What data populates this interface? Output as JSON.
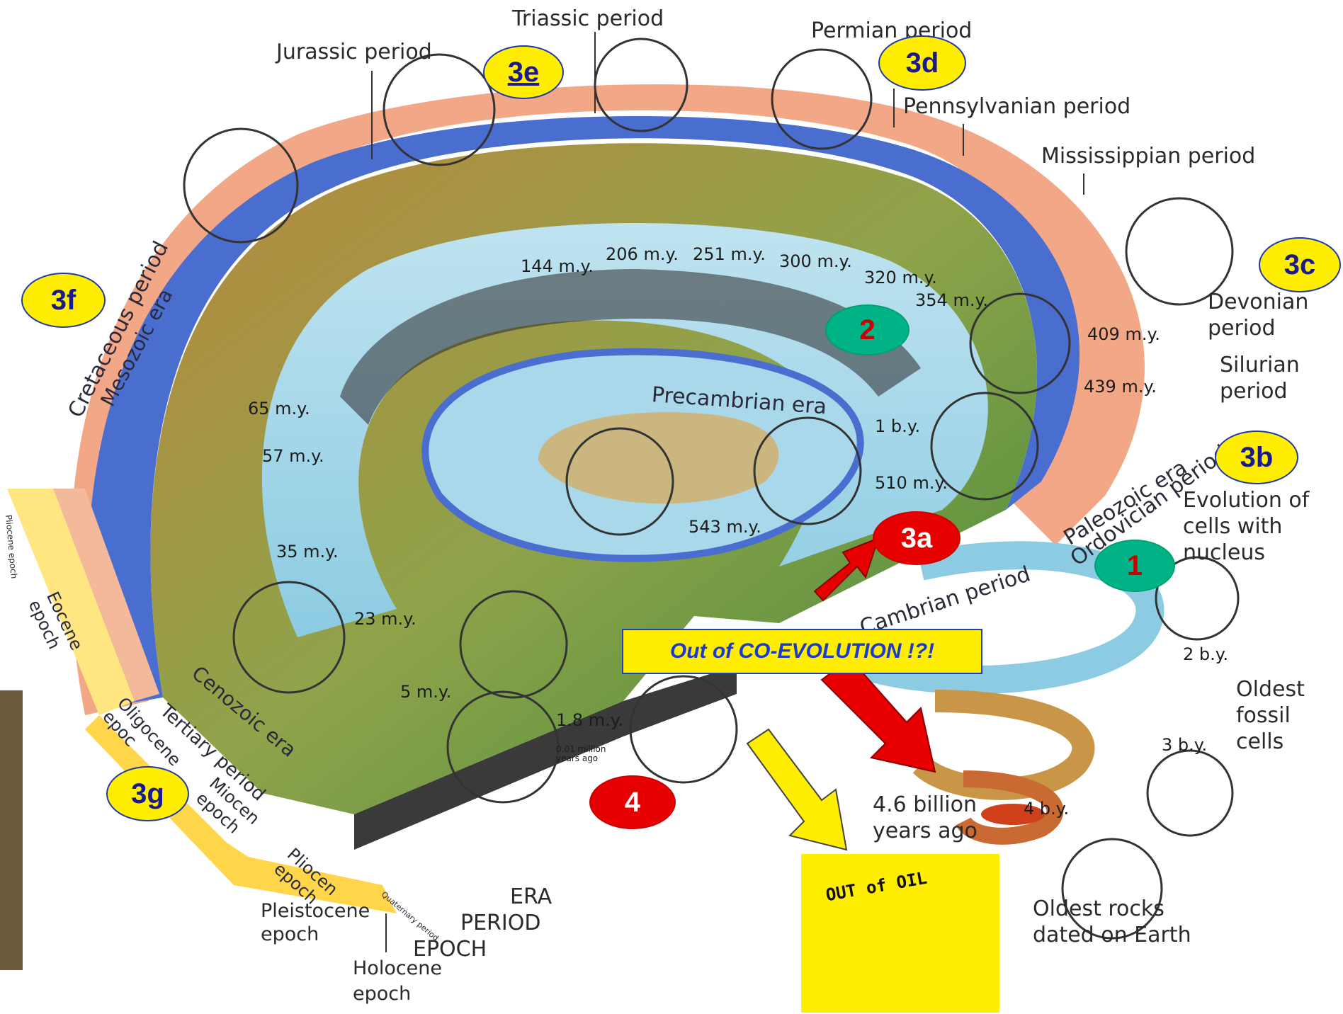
{
  "periods": {
    "triassic": "Triassic period",
    "jurassic": "Jurassic period",
    "permian": "Permian period",
    "pennsylvanian": "Pennsylvanian period",
    "mississippian": "Mississippian period",
    "devonian": "Devonian\nperiod",
    "silurian": "Silurian\nperiod",
    "ordovician": "Ordovician period",
    "cambrian": "Cambrian period",
    "cretaceous": "Cretaceous period",
    "tertiary": "Tertiary period",
    "quaternary": "Quaternary period"
  },
  "eras": {
    "mesozoic": "Mesozoic era",
    "paleozoic": "Paleozoic era",
    "cenozoic": "Cenozoic era",
    "precambrian": "Precambrian era"
  },
  "epochs": {
    "pliocene_top": "Pliocene epoch",
    "eocene": "Eocene\nepoch",
    "oligocene": "Oligocene\nepoc",
    "miocene": "Miocen\nepoch",
    "pliocene": "Pliocen\nepoch",
    "pleistocene": "Pleistocene\nepoch",
    "holocene": "Holocene\nepoch"
  },
  "legend": {
    "era": "ERA",
    "period": "PERIOD",
    "epoch": "EPOCH"
  },
  "annotations": {
    "evolution_cells": "Evolution of\ncells with\nnucleus",
    "oldest_fossil": "Oldest\nfossil\ncells",
    "oldest_rocks": "Oldest rocks\ndated on Earth",
    "billion_years": "4.6 billion\nyears ago"
  },
  "time_marks": {
    "m144": "144 m.y.",
    "m206": "206 m.y.",
    "m251": "251 m.y.",
    "m300": "300 m.y.",
    "m320": "320 m.y.",
    "m354": "354 m.y.",
    "m409": "409 m.y.",
    "m439": "439 m.y.",
    "b1": "1 b.y.",
    "m510": "510 m.y.",
    "m543": "543 m.y.",
    "m65": "65 m.y.",
    "m57": "57 m.y.",
    "m35": "35 m.y.",
    "m23": "23 m.y.",
    "m5": "5 m.y.",
    "m1_8": "1.8 m.y.",
    "m001": "0.01 million\nyears ago",
    "b2": "2 b.y.",
    "b3": "3 b.y.",
    "b4": "4 b.y."
  },
  "badges": {
    "b3e": "3e",
    "b3d": "3d",
    "b3c": "3c",
    "b3f": "3f",
    "b3b": "3b",
    "b3g": "3g",
    "b2": "2",
    "b1": "1",
    "b3a": "3a",
    "b4": "4"
  },
  "banner": "Out of CO-EVOLUTION !?!",
  "oil_sign": "OUT of OIL",
  "colors": {
    "badge_yellow": "#ffee00",
    "badge_red": "#e60000",
    "badge_green": "#00b386",
    "text_blue": "#1a1a8c"
  }
}
